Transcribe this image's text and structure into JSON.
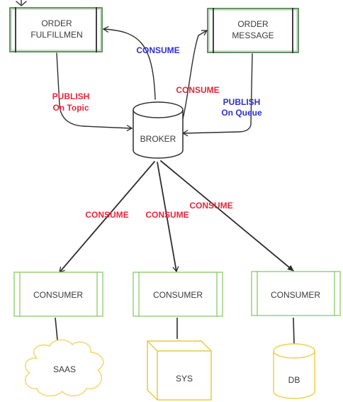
{
  "nodes": {
    "order_fulfillment": {
      "line1": "ORDER",
      "line2": "FULFILLMEN"
    },
    "order_message": {
      "line1": "ORDER",
      "line2": "MESSAGE"
    },
    "broker": {
      "label": "BROKER"
    },
    "consumer_left": {
      "label": "CONSUMER"
    },
    "consumer_mid": {
      "label": "CONSUMER"
    },
    "consumer_right": {
      "label": "CONSUMER"
    },
    "saas": {
      "label": "SAAS"
    },
    "sys": {
      "label": "SYS"
    },
    "db": {
      "label": "DB"
    }
  },
  "edges": {
    "publish_topic": {
      "line1": "PUBLISH",
      "line2": "On Topic",
      "color": "#e3283b"
    },
    "consume_fulfillment": {
      "label": "CONSUME",
      "color": "#2f2fd0"
    },
    "consume_message": {
      "label": "CONSUME",
      "color": "#e3283b"
    },
    "publish_queue": {
      "line1": "PUBLISH",
      "line2": "On Queue",
      "color": "#2f2fd0"
    },
    "consume_left": {
      "label": "CONSUME",
      "color": "#e3283b"
    },
    "consume_mid": {
      "label": "CONSUME",
      "color": "#e3283b"
    },
    "consume_right": {
      "label": "CONSUME",
      "color": "#e3283b"
    }
  },
  "colors": {
    "stroke_dark": "#2d2d2d",
    "top_box_border": "#3d7a3d",
    "consumer_border": "#9ad07a",
    "saas_border": "#f3d66d",
    "sys_border": "#e9c843",
    "db_border": "#f0cf4f"
  }
}
